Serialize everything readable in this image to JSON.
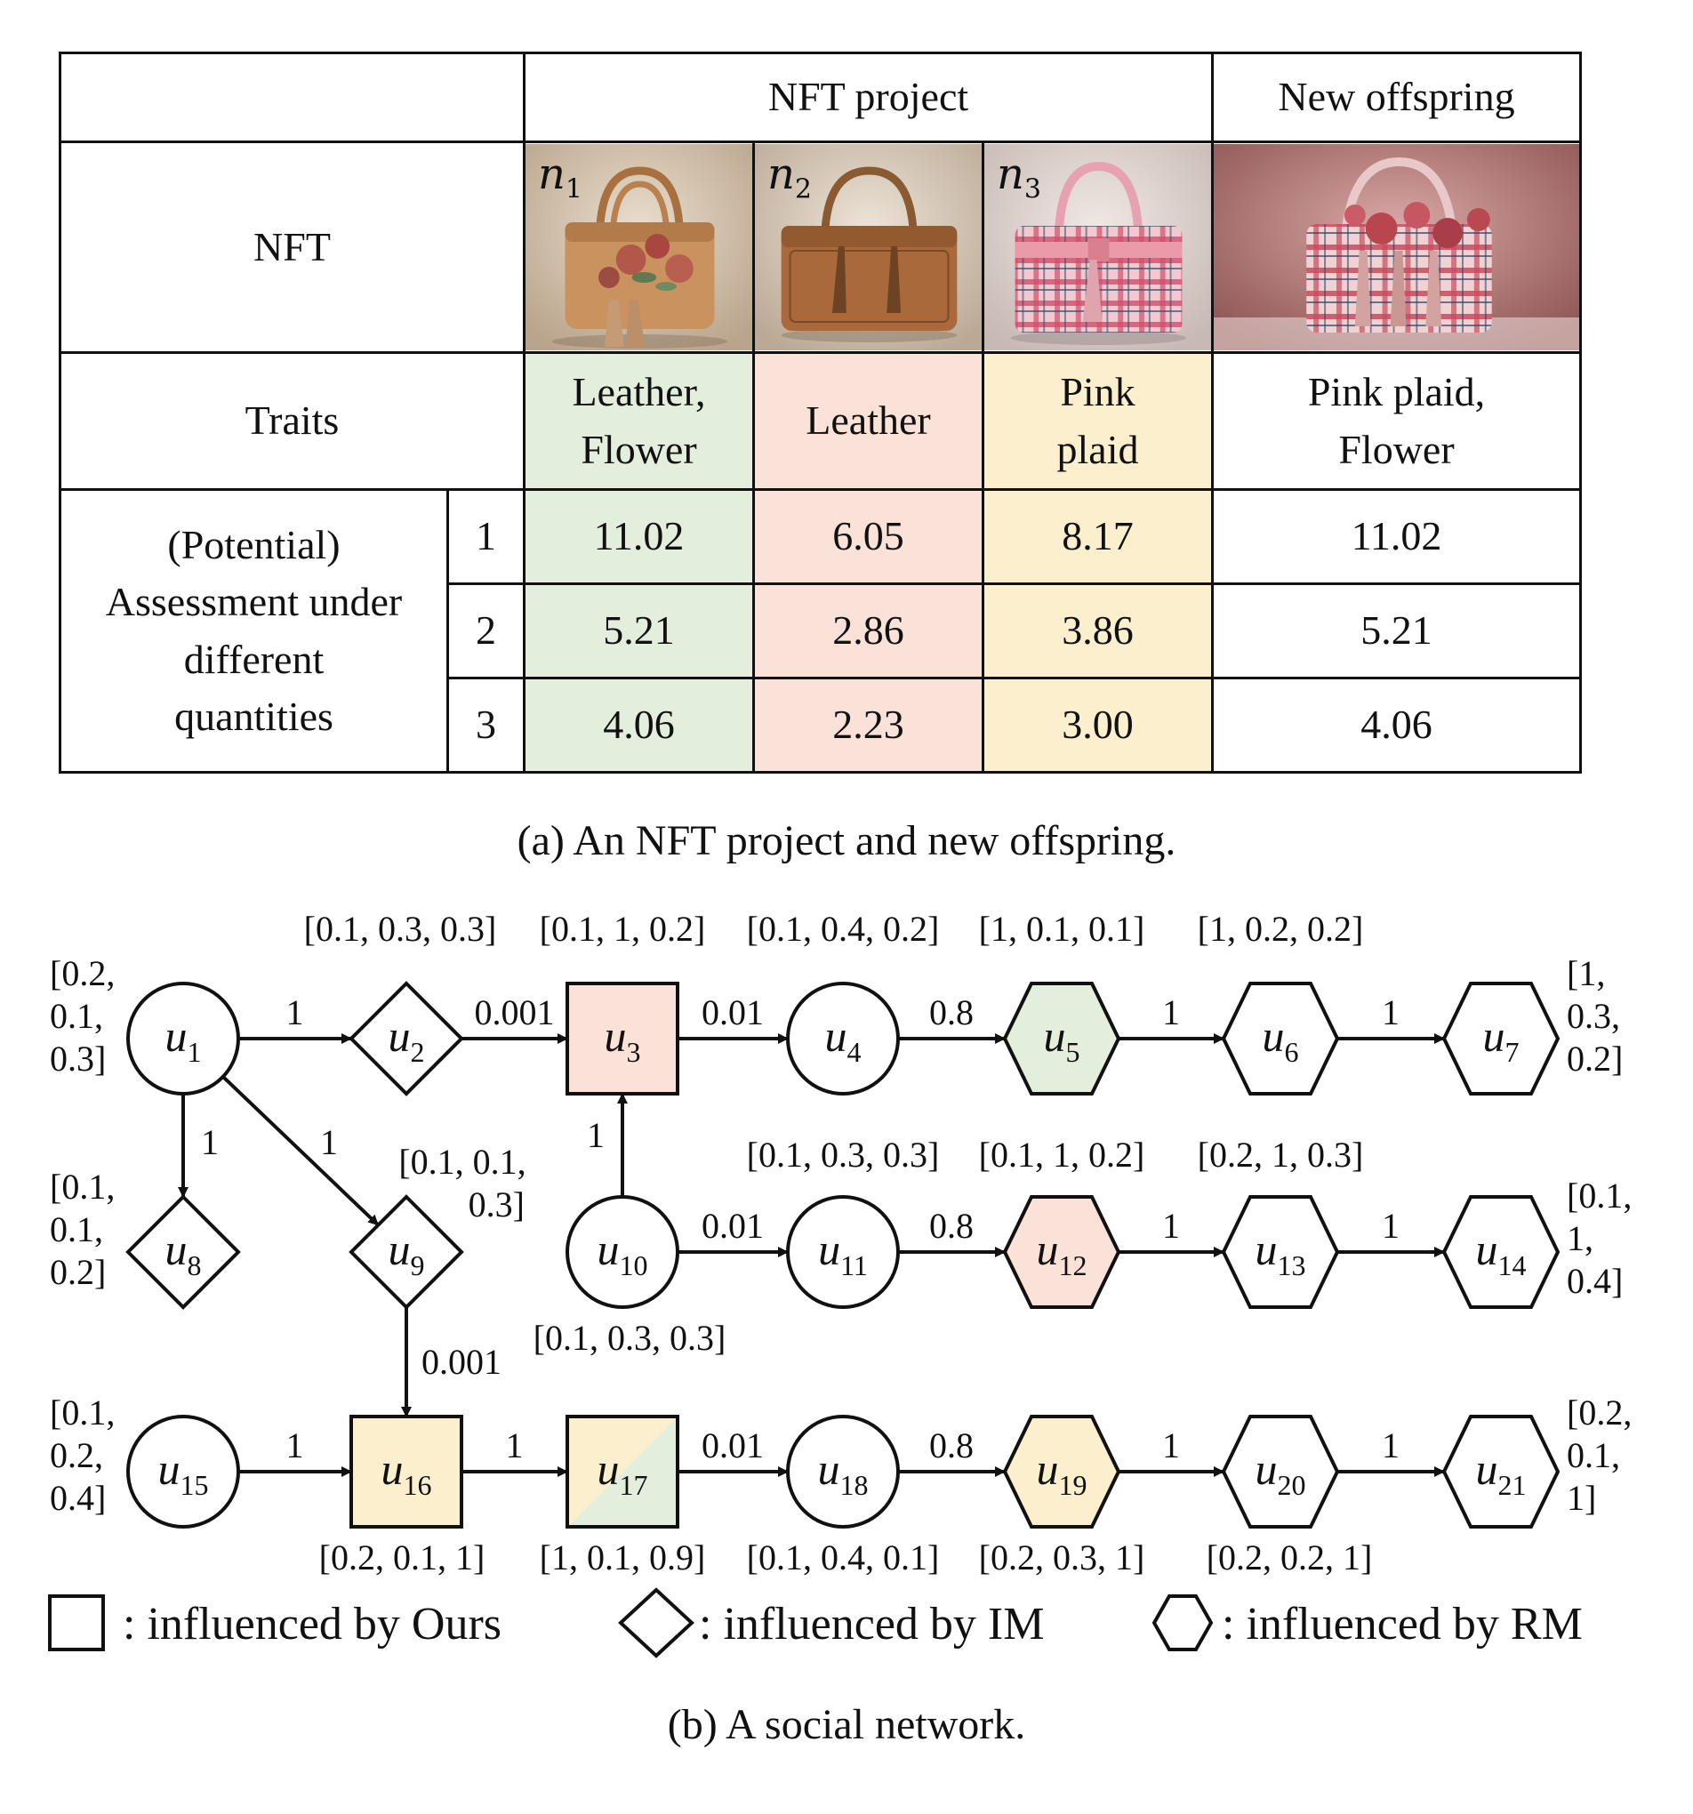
{
  "table": {
    "header": {
      "project": "NFT project",
      "offspring": "New offspring"
    },
    "row_nft": {
      "label": "NFT",
      "items": [
        {
          "id": "1",
          "letter": "n"
        },
        {
          "id": "2",
          "letter": "n"
        },
        {
          "id": "3",
          "letter": "n"
        }
      ]
    },
    "row_traits": {
      "label": "Traits",
      "n1": [
        "Leather,",
        "Flower"
      ],
      "n2": [
        "Leather"
      ],
      "n3": [
        "Pink",
        "plaid"
      ],
      "offspring": [
        "Pink plaid,",
        "Flower"
      ]
    },
    "assessment_label": [
      "(Potential)",
      "Assessment under",
      "different",
      "quantities"
    ],
    "quantities": [
      {
        "q": "1",
        "n1": "11.02",
        "n2": "6.05",
        "n3": "8.17",
        "offspring": "11.02"
      },
      {
        "q": "2",
        "n1": "5.21",
        "n2": "2.86",
        "n3": "3.86",
        "offspring": "5.21"
      },
      {
        "q": "3",
        "n1": "4.06",
        "n2": "2.23",
        "n3": "3.00",
        "offspring": "4.06"
      }
    ],
    "colors": {
      "n1": "#e3efdc",
      "n2": "#fbe2d8",
      "n3": "#fcefcd"
    }
  },
  "caption_a": "(a)  An NFT project and new offspring.",
  "graph": {
    "nodes": [
      {
        "id": "1",
        "shape": "circle",
        "fill": ""
      },
      {
        "id": "2",
        "shape": "diamond",
        "fill": ""
      },
      {
        "id": "3",
        "shape": "square",
        "fill": "#fbe2d8"
      },
      {
        "id": "4",
        "shape": "circle",
        "fill": ""
      },
      {
        "id": "5",
        "shape": "hexagon",
        "fill": "#e3efdc"
      },
      {
        "id": "6",
        "shape": "hexagon",
        "fill": ""
      },
      {
        "id": "7",
        "shape": "hexagon",
        "fill": ""
      },
      {
        "id": "8",
        "shape": "diamond",
        "fill": ""
      },
      {
        "id": "9",
        "shape": "diamond",
        "fill": ""
      },
      {
        "id": "10",
        "shape": "circle",
        "fill": ""
      },
      {
        "id": "11",
        "shape": "circle",
        "fill": ""
      },
      {
        "id": "12",
        "shape": "hexagon",
        "fill": "#fbe2d8"
      },
      {
        "id": "13",
        "shape": "hexagon",
        "fill": ""
      },
      {
        "id": "14",
        "shape": "hexagon",
        "fill": ""
      },
      {
        "id": "15",
        "shape": "circle",
        "fill": ""
      },
      {
        "id": "16",
        "shape": "square",
        "fill": "#fcefcd"
      },
      {
        "id": "17",
        "shape": "square",
        "fill": "split",
        "fill_a": "#fcefcd",
        "fill_b": "#e3efdc"
      },
      {
        "id": "18",
        "shape": "circle",
        "fill": ""
      },
      {
        "id": "19",
        "shape": "hexagon",
        "fill": "#fcefcd"
      },
      {
        "id": "20",
        "shape": "hexagon",
        "fill": ""
      },
      {
        "id": "21",
        "shape": "hexagon",
        "fill": ""
      }
    ],
    "edges": [
      {
        "from": "1",
        "to": "2",
        "w": "1"
      },
      {
        "from": "2",
        "to": "3",
        "w": "0.001"
      },
      {
        "from": "3",
        "to": "4",
        "w": "0.01"
      },
      {
        "from": "4",
        "to": "5",
        "w": "0.8"
      },
      {
        "from": "5",
        "to": "6",
        "w": "1"
      },
      {
        "from": "6",
        "to": "7",
        "w": "1"
      },
      {
        "from": "1",
        "to": "8",
        "w": "1"
      },
      {
        "from": "1",
        "to": "9",
        "w": "1"
      },
      {
        "from": "10",
        "to": "3",
        "w": "1"
      },
      {
        "from": "10",
        "to": "11",
        "w": "0.01"
      },
      {
        "from": "11",
        "to": "12",
        "w": "0.8"
      },
      {
        "from": "12",
        "to": "13",
        "w": "1"
      },
      {
        "from": "13",
        "to": "14",
        "w": "1"
      },
      {
        "from": "9",
        "to": "16",
        "w": "0.001"
      },
      {
        "from": "15",
        "to": "16",
        "w": "1"
      },
      {
        "from": "16",
        "to": "17",
        "w": "1"
      },
      {
        "from": "17",
        "to": "18",
        "w": "0.01"
      },
      {
        "from": "18",
        "to": "19",
        "w": "0.8"
      },
      {
        "from": "19",
        "to": "20",
        "w": "1"
      },
      {
        "from": "20",
        "to": "21",
        "w": "1"
      }
    ],
    "vectors": {
      "1": [
        "[0.2,",
        "0.1,",
        "0.3]"
      ],
      "2": [
        "[0.1, 0.3, 0.3]"
      ],
      "3": [
        "[0.1, 1, 0.2]"
      ],
      "4": [
        "[0.1, 0.4, 0.2]"
      ],
      "5": [
        "[1, 0.1, 0.1]"
      ],
      "6": [
        "[1, 0.2, 0.2]"
      ],
      "7": [
        "[1,",
        "0.3,",
        "0.2]"
      ],
      "8": [
        "[0.1,",
        "0.1,",
        "0.2]"
      ],
      "9": [
        "[0.1, 0.1,",
        "0.3]"
      ],
      "10": [
        "[0.1, 0.3, 0.3]"
      ],
      "11": [
        "[0.1, 0.3, 0.3]"
      ],
      "12": [
        "[0.1, 1, 0.2]"
      ],
      "13": [
        "[0.2, 1, 0.3]"
      ],
      "14": [
        "[0.1,",
        "1,",
        "0.4]"
      ],
      "15": [
        "[0.1,",
        "0.2,",
        "0.4]"
      ],
      "16": [
        "[0.2, 0.1, 1]"
      ],
      "17": [
        "[1, 0.1, 0.9]"
      ],
      "18": [
        "[0.1, 0.4, 0.1]"
      ],
      "19": [
        "[0.2, 0.3, 1]"
      ],
      "20": [
        "[0.2, 0.2, 1]"
      ],
      "21": [
        "[0.2,",
        "0.1,",
        "1]"
      ]
    },
    "node_letter": "u"
  },
  "legend": {
    "ours": ": influenced by Ours",
    "im": ": influenced by IM",
    "rm": ": influenced by RM"
  },
  "caption_b": "(b)  A social network."
}
